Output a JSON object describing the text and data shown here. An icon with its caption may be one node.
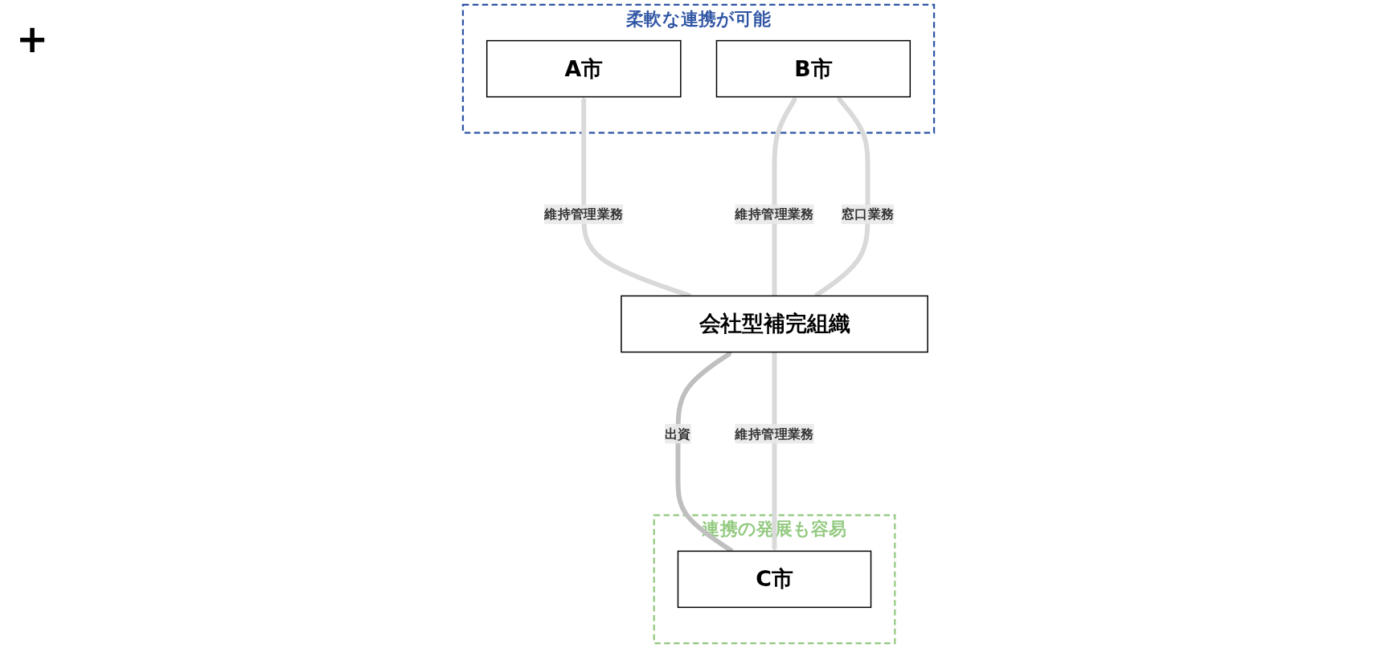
{
  "diagram": {
    "nodes": [
      {
        "text": [
          "柔軟な連携が可能"
        ]
      },
      {
        "text": [
          "A市"
        ],
        "in": 0
      },
      {
        "text": [
          "B市"
        ],
        "in": 0
      },
      {
        "text": [
          "連携の発展も容易"
        ]
      },
      {
        "text": [
          "C市"
        ],
        "in": 3
      },
      {
        "text": [
          "会社型補完組織"
        ]
      }
    ],
    "edges": [
      {
        "from": 5,
        "to": 1,
        "arrow": "to",
        "label": "維持管理業務"
      },
      {
        "from": 5,
        "to": 2,
        "arrow": "to",
        "label": "維持管理業務"
      },
      {
        "from": 5,
        "to": 2,
        "arrow": "to",
        "label": "窓口業務"
      },
      {
        "from": 5,
        "to": 4,
        "arrow": "to",
        "label": "維持管理業務"
      },
      {
        "from": 4,
        "to": 5,
        "arrow": "to",
        "label": "出資",
        "color": "#bfbfbf"
      }
    ],
    "labels": [
      "+"
    ]
  }
}
